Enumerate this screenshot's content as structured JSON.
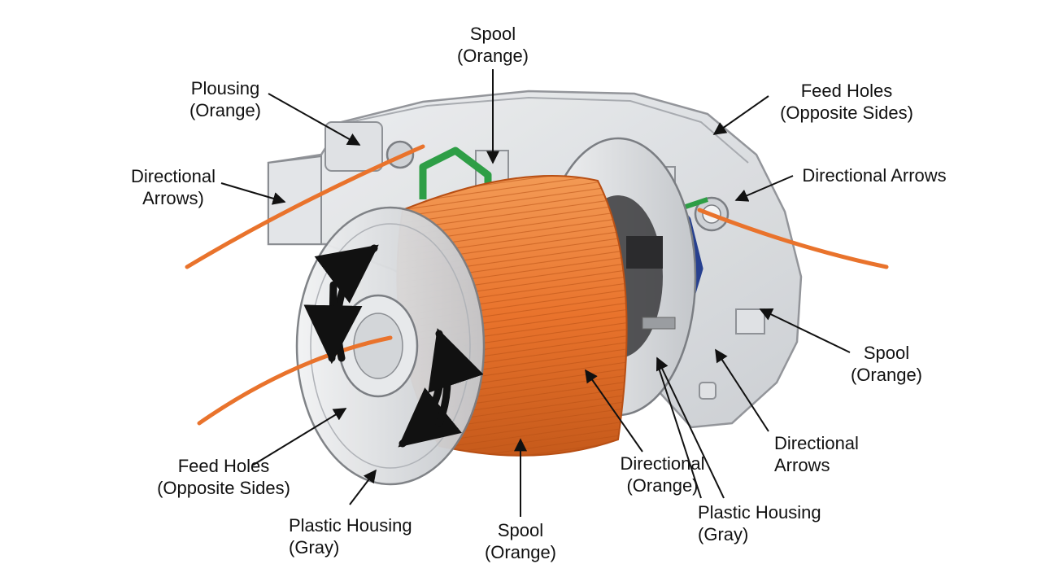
{
  "colors": {
    "line": "#e9732c",
    "line_dark": "#b84f14",
    "housing": "#d9dbde",
    "housing_edge": "#8a8d92",
    "arrow": "#111111",
    "green_clip": "#2e9e46",
    "blue_clip": "#27408f",
    "leader": "#111111"
  },
  "labels": {
    "spool_top": {
      "line1": "Spool",
      "line2": "(Orange)"
    },
    "plousing": {
      "line1": "Plousing",
      "line2": "(Orange)"
    },
    "feed_holes_top": {
      "line1": "Feed Holes",
      "line2": "(Opposite Sides)"
    },
    "directional_arrows_left": {
      "line1": "Directional",
      "line2": "Arrows)"
    },
    "directional_arrows_right": {
      "line1": "Directional Arrows"
    },
    "spool_right": {
      "line1": "Spool",
      "line2": "(Orange)"
    },
    "feed_holes_bottom": {
      "line1": "Feed Holes",
      "line2": "(Opposite Sides)"
    },
    "plastic_housing_left": {
      "line1": "Plastic Housing",
      "line2": "(Gray)"
    },
    "spool_bottom": {
      "line1": "Spool",
      "line2": "(Orange)"
    },
    "directional_orange": {
      "line1": "Directional",
      "line2": "(Orange)"
    },
    "directional_arrows_bottom": {
      "line1": "Directional",
      "line2": "Arrows"
    },
    "plastic_housing_right": {
      "line1": "Plastic Housing",
      "line2": "(Gray)"
    }
  }
}
